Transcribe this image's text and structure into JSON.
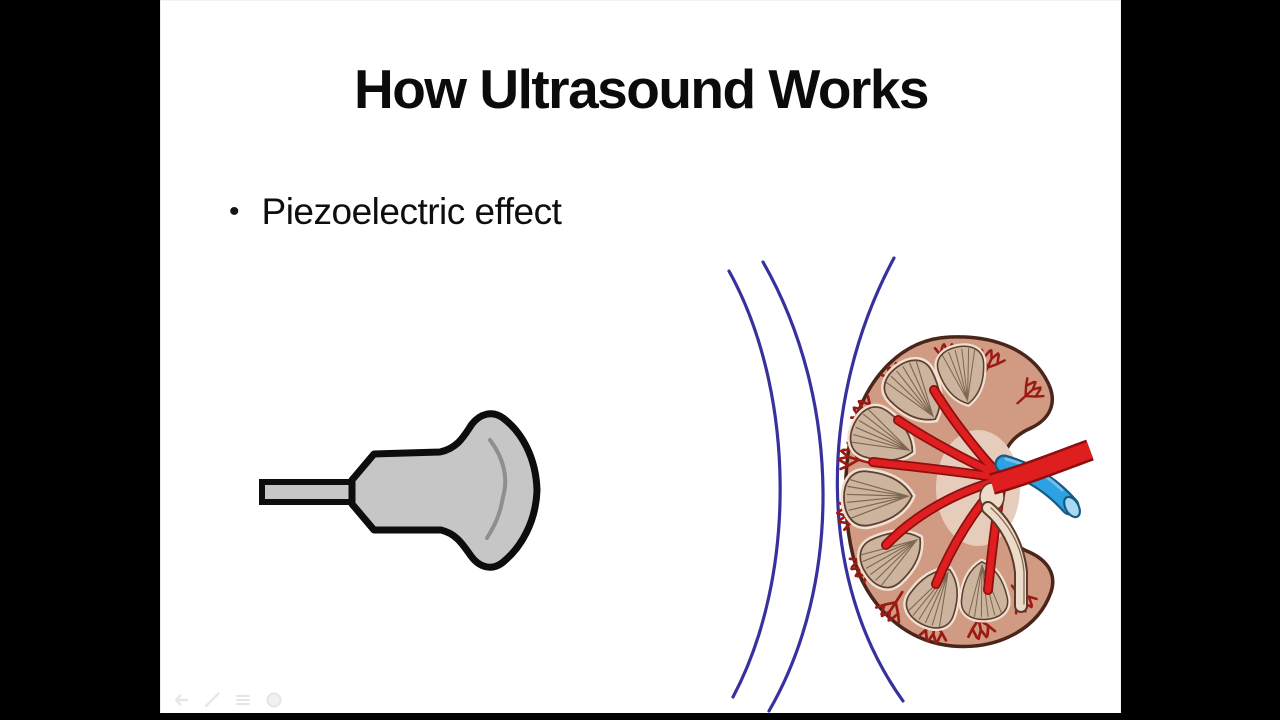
{
  "frame": {
    "letterbox_color": "#000000",
    "slide_background": "#ffffff"
  },
  "slide": {
    "title": "How Ultrasound Works",
    "bullet_char": "•",
    "bullets": [
      "Piezoelectric effect"
    ]
  },
  "illustration": {
    "parts": [
      {
        "name": "ultrasound-transducer"
      },
      {
        "name": "focused-sound-waves"
      },
      {
        "name": "kidney-cross-section"
      }
    ]
  },
  "player_controls": {
    "items": [
      {
        "name": "previous-slide"
      },
      {
        "name": "pen-tool"
      },
      {
        "name": "menu"
      },
      {
        "name": "next-slide"
      }
    ]
  },
  "colors": {
    "wave_blue": "#37319e",
    "probe_gray": "#c6c6c6",
    "probe_outline": "#0d0d0d",
    "probe_arc": "#8f8f8f",
    "kidney_cortex": "#d19a83",
    "kidney_outline": "#4a261a",
    "kidney_sinus": "#e6cdbb",
    "pyramid_fill": "#cdb49e",
    "pyramid_edge": "#5d3f2e",
    "pyramid_halo": "#efe0d2",
    "pyramid_lines": "#7c6852",
    "vessel_red": "#9c1a14",
    "artery_red": "#df1f1f",
    "artery_dark": "#8d0f0f",
    "vein_blue": "#2ea1e2",
    "vein_dark": "#155a85",
    "vein_cap": "#a8d8f2",
    "vein_highlight": "#7cc4ec",
    "ureter_cream": "#ecdbc9",
    "ureter_dark": "#5a3a28",
    "control_gray": "#cccccc"
  }
}
